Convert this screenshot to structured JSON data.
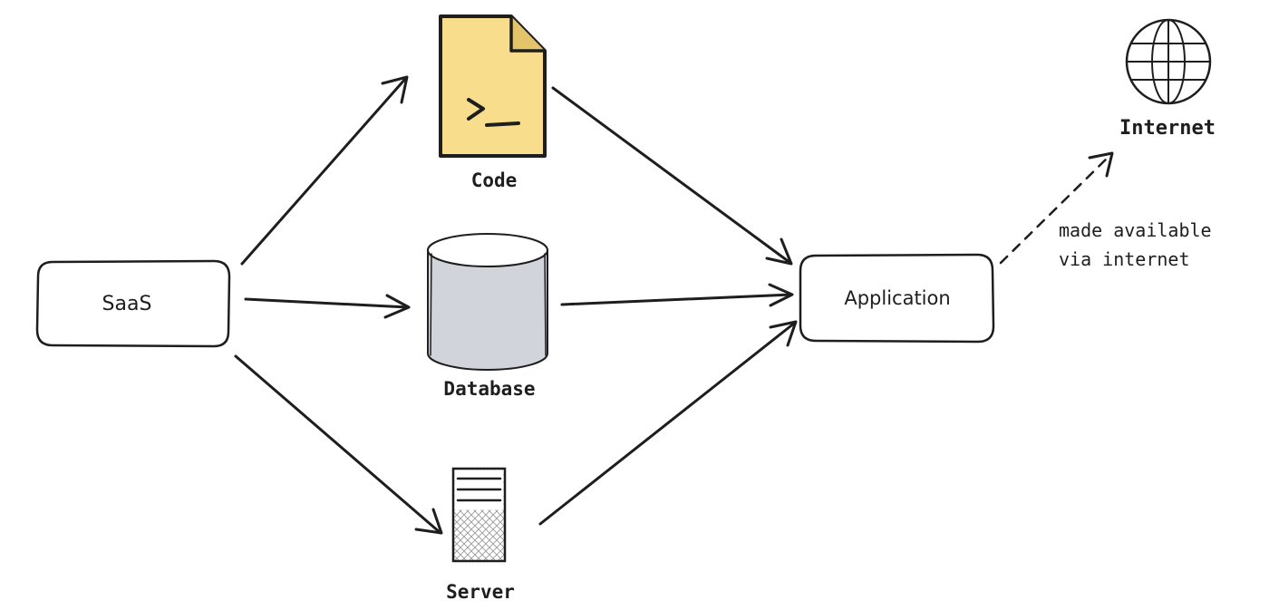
{
  "nodes": {
    "saas": "SaaS",
    "code": "Code",
    "database": "Database",
    "server": "Server",
    "application": "Application",
    "internet": "Internet"
  },
  "edge_label": {
    "line1": "made available",
    "line2": "via internet"
  },
  "colors": {
    "stroke": "#1e1e1e",
    "code_fill": "#f8dd8c",
    "database_fill": "#d1d5db",
    "server_pattern": "#9a9a9a",
    "background": "#ffffff"
  },
  "icons": {
    "code": "code-file-icon",
    "database": "database-cylinder-icon",
    "server": "server-tower-icon",
    "internet": "globe-icon"
  }
}
